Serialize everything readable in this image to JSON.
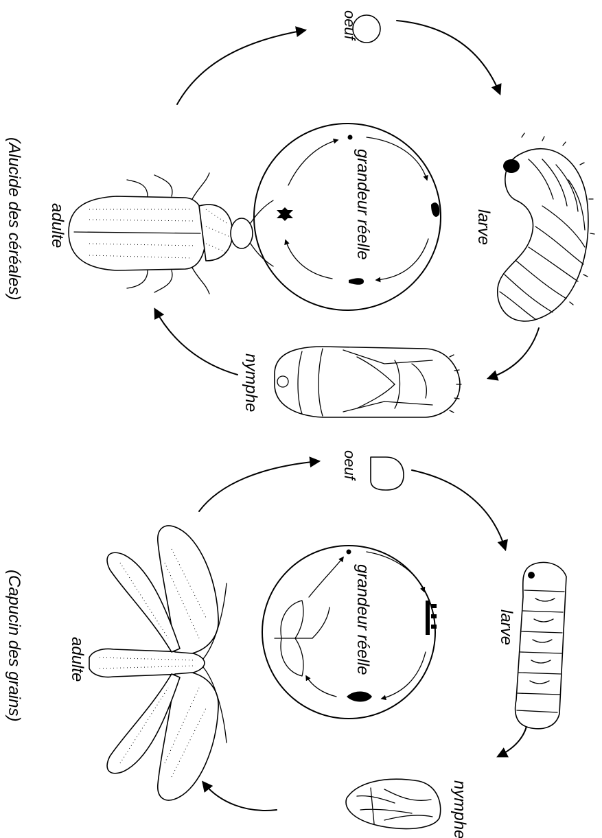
{
  "accent_color": "#000000",
  "cycle_top": {
    "species": "(Alucide des céréales)",
    "egg": "oeuf",
    "larva": "larve",
    "pupa": "nymphe",
    "adult": "adulte",
    "scale_note": "grandeur réelle"
  },
  "cycle_bottom": {
    "species": "(Capucin des grains)",
    "egg": "oeuf",
    "larva": "larve",
    "pupa": "nymphe",
    "adult": "adulte",
    "scale_note": "grandeur réelle"
  }
}
